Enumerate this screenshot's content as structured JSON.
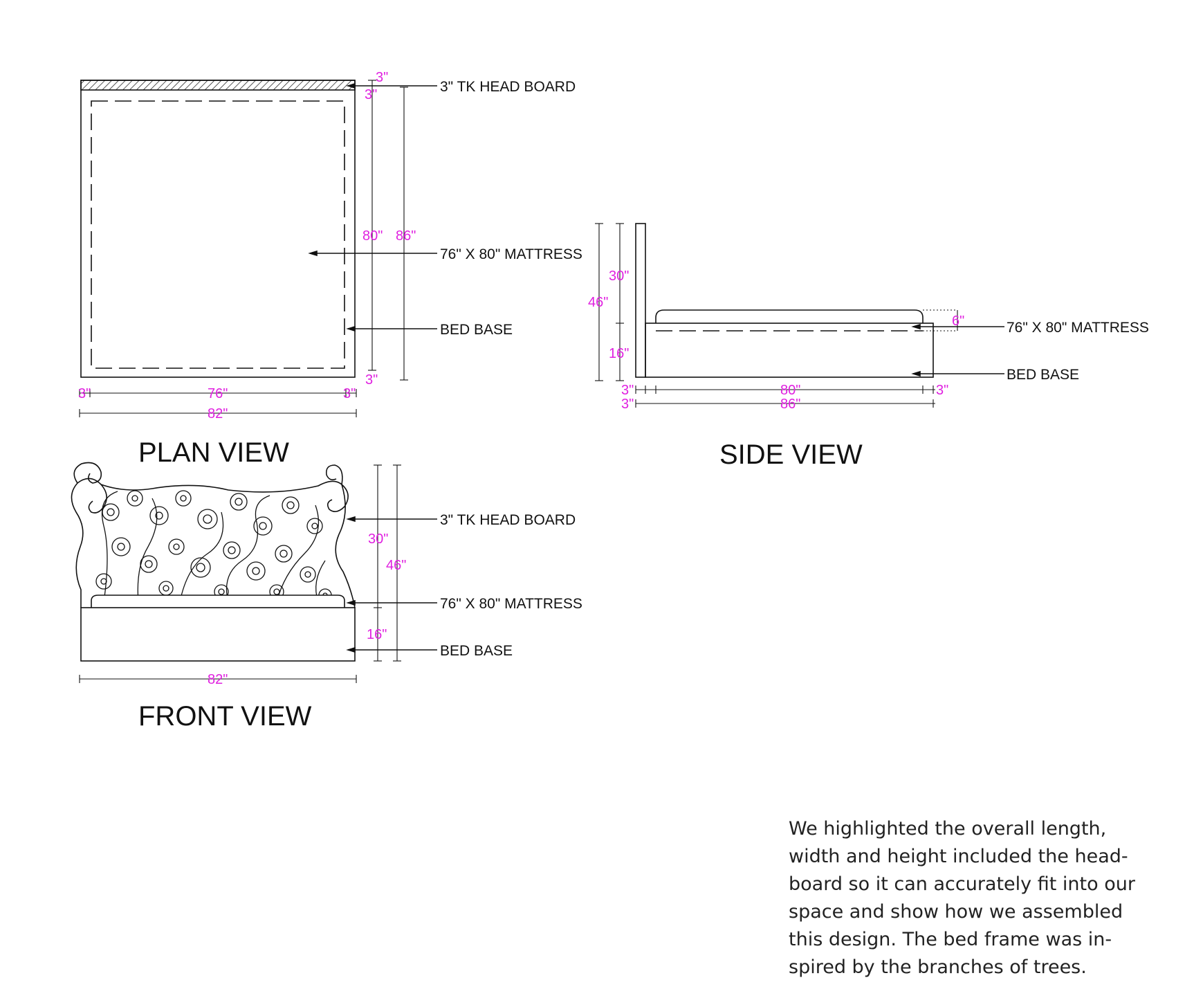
{
  "colors": {
    "line": "#111111",
    "dimension": "#e020e0",
    "text": "#222222"
  },
  "views": {
    "plan": {
      "title": "PLAN VIEW",
      "labels": {
        "headboard": "3\" TK HEAD BOARD",
        "mattress": "76\" X 80\" MATTRESS",
        "base": "BED BASE"
      },
      "dims": {
        "top1": "3\"",
        "top2": "3\"",
        "length_mattress": "80\"",
        "length_total": "86\"",
        "bottom": "3\"",
        "left": "3\"",
        "middle": "76\"",
        "right": "3\"",
        "total": "82\""
      }
    },
    "side": {
      "title": "SIDE VIEW",
      "labels": {
        "mattress": "76\" X 80\" MATTRESS",
        "base": "BED BASE"
      },
      "dims": {
        "upper": "30\"",
        "total": "46\"",
        "lower": "16\"",
        "mattress": "6\"",
        "left1": "3\"",
        "left2": "3\"",
        "length": "80\"",
        "total_length": "86\"",
        "right": "3\""
      }
    },
    "front": {
      "title": "FRONT VIEW",
      "labels": {
        "headboard": "3\" TK HEAD BOARD",
        "mattress": "76\" X 80\" MATTRESS",
        "base": "BED BASE"
      },
      "dims": {
        "upper": "30\"",
        "total": "46\"",
        "lower": "16\"",
        "width": "82\""
      }
    }
  },
  "note": {
    "lines": [
      "We highlighted the overall length,",
      "width and height included the head-",
      "board so it can accurately fit into our",
      "space and show how we assembled",
      "this design. The bed frame was in-",
      "spired by the branches of trees."
    ]
  }
}
